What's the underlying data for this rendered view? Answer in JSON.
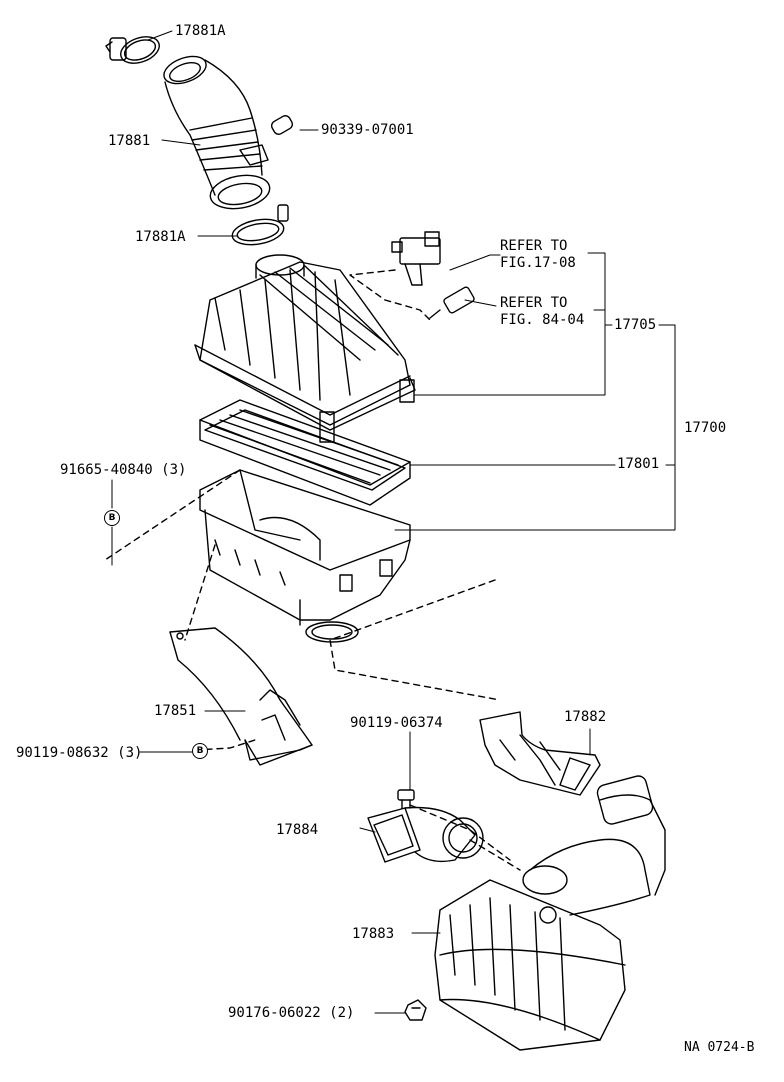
{
  "labels": {
    "hose_band_upper": "17881A",
    "hose_band_lower": "17881A",
    "intake_hose": "17881",
    "vacuum_hose": "90339-07001",
    "refer_1_line1": "REFER TO",
    "refer_1_line2": "FIG.17-08",
    "refer_2_line1": "REFER TO",
    "refer_2_line2": "FIG. 84-04",
    "cap_sub_assy": "17705",
    "cleaner_assy": "17700",
    "element": "17801",
    "bolt_1": "91665-40840 (3)",
    "bolt_1_marker": "B",
    "bracket": "17851",
    "bolt_2": "90119-08632 (3)",
    "bolt_2_marker": "B",
    "bolt_3": "90119-06374",
    "inlet_duct": "17882",
    "inlet_connector": "17884",
    "resonator": "17883",
    "clip": "90176-06022 (2)",
    "figure_code": "NA 0724-B"
  },
  "colors": {
    "ink": "#000000",
    "paper": "#ffffff"
  }
}
